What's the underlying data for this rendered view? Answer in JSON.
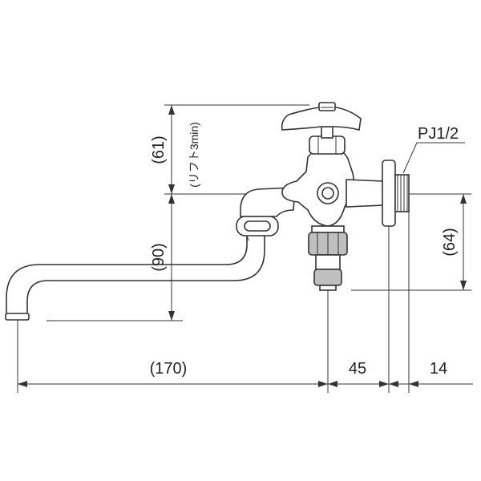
{
  "drawing": {
    "callout_thread": "PJ1/2",
    "dimensions": {
      "top_height": "(61)",
      "lift_note": "(リフト3min)",
      "spout_height": "(90)",
      "outlet_height": "(64)",
      "spout_length": "(170)",
      "body_to_flange": "45",
      "flange_to_thread": "14"
    }
  }
}
